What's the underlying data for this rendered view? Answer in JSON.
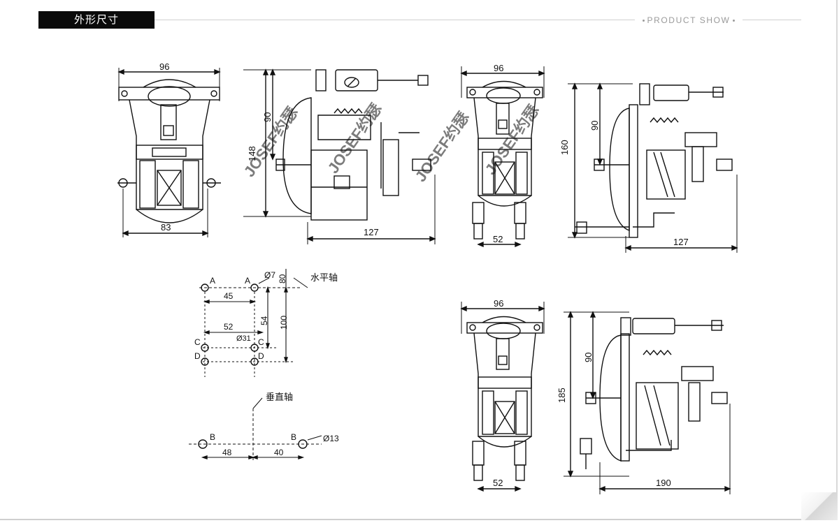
{
  "header": {
    "tab_label": "外形尺寸",
    "product_show": "PRODUCT SHOW"
  },
  "watermark": "JOSEF约瑟",
  "views": {
    "view1_front": {
      "top_width": "96",
      "bottom_width": "83"
    },
    "view1_side": {
      "height_total": "148",
      "height_upper": "90",
      "depth": "127"
    },
    "view2_front": {
      "top_width": "96",
      "bottom_width": "52"
    },
    "view2_side": {
      "height_total": "160",
      "height_upper": "90",
      "depth": "127"
    },
    "view3_front": {
      "top_width": "96",
      "bottom_width": "52"
    },
    "view3_side": {
      "height_total": "185",
      "height_upper": "90",
      "depth": "190"
    }
  },
  "hole_diagram_1": {
    "axis_label": "水平轴",
    "hole_labels": [
      "A",
      "A",
      "C",
      "C",
      "D",
      "D"
    ],
    "hole_size": "Ø7",
    "dim_45": "45",
    "dim_52": "52",
    "dim_phi3": "Ø31",
    "dim_54": "54",
    "dim_80": "80",
    "dim_100": "100"
  },
  "hole_diagram_2": {
    "axis_label": "垂直轴",
    "hole_labels": [
      "B",
      "B"
    ],
    "hole_size": "Ø13",
    "dim_48": "48",
    "dim_40": "40"
  }
}
